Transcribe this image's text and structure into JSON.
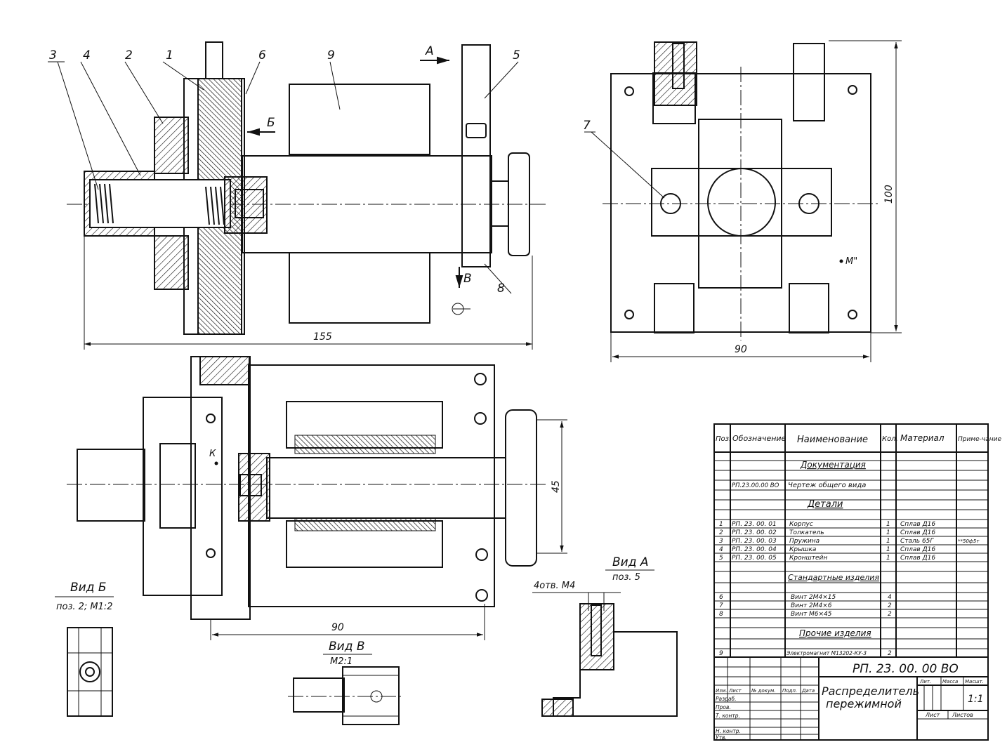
{
  "positions": [
    "1",
    "2",
    "3",
    "4",
    "5",
    "6",
    "7",
    "8",
    "9"
  ],
  "view_arrows": {
    "a": "А",
    "b": "Б",
    "v": "В"
  },
  "dimensions": {
    "d155": "155",
    "d100": "100",
    "d90_top": "90",
    "d45": "45",
    "d90_bottom": "90"
  },
  "point_labels": {
    "m": "М\"",
    "k": "К"
  },
  "view_titles": {
    "vid_b": "Вид Б",
    "vid_b_sub": "поз. 2; М1:2",
    "vid_a": "Вид А",
    "vid_a_sub": "поз. 5",
    "vid_v": "Вид В",
    "vid_v_sub": "М2:1",
    "holes_note": "4отв. М4"
  },
  "spec_table": {
    "headers": [
      "Поз.",
      "Обозначение",
      "Наименование",
      "Кол.",
      "Материал",
      "Приме-чание"
    ],
    "sections": {
      "docs": "Документация",
      "parts": "Детали",
      "standard": "Стандартные изделия",
      "other": "Прочие изделия"
    },
    "rows": [
      {
        "pos": "",
        "code": "РП.23.00.00 ВО",
        "name": "Чертеж общего вида",
        "qty": "",
        "mat": "",
        "note": ""
      },
      {
        "pos": "1",
        "code": "РП. 23. 00. 01",
        "name": "Корпус",
        "qty": "1",
        "mat": "Сплав Д16",
        "note": ""
      },
      {
        "pos": "2",
        "code": "РП. 23. 00. 02",
        "name": "Толкатель",
        "qty": "1",
        "mat": "Сплав Д16",
        "note": ""
      },
      {
        "pos": "3",
        "code": "РП. 23. 00. 03",
        "name": "Пружина",
        "qty": "1",
        "mat": "Сталь 65Г",
        "note": "**50ф5т"
      },
      {
        "pos": "4",
        "code": "РП. 23. 00. 04",
        "name": "Крышка",
        "qty": "1",
        "mat": "Сплав Д16",
        "note": ""
      },
      {
        "pos": "5",
        "code": "РП. 23. 00. 05",
        "name": "Кронштейн",
        "qty": "1",
        "mat": "Сплав Д16",
        "note": ""
      },
      {
        "pos": "6",
        "code": "",
        "name": "Винт 2М4×15",
        "qty": "4",
        "mat": "",
        "note": ""
      },
      {
        "pos": "7",
        "code": "",
        "name": "Винт 2М4×6",
        "qty": "2",
        "mat": "",
        "note": ""
      },
      {
        "pos": "8",
        "code": "",
        "name": "Винт М6×45",
        "qty": "2",
        "mat": "",
        "note": ""
      },
      {
        "pos": "9",
        "code": "",
        "name": "Электромагнит М13202-КУ-3",
        "qty": "2",
        "mat": "",
        "note": ""
      }
    ]
  },
  "title_block": {
    "designation": "РП. 23. 00. 00 ВО",
    "title_line1": "Распределитель",
    "title_line2": "пережимной",
    "scale": "1:1",
    "col_labels": [
      "Изм.",
      "Лист",
      "№ докум.",
      "Подп.",
      "Дата"
    ],
    "row_labels": [
      "Разраб.",
      "Пров.",
      "Т. контр.",
      "Н. контр.",
      "Утв."
    ],
    "lit_labels": [
      "Лит.",
      "Масса",
      "Масшт."
    ],
    "sheet": "Лист",
    "sheets": "Листов"
  }
}
